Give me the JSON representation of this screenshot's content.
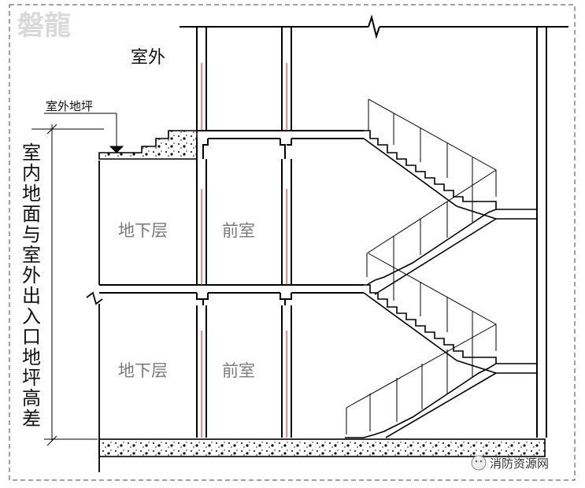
{
  "watermark": "磐龍",
  "labels": {
    "outdoor": "室外",
    "outdoor_ground": "室外地坪",
    "basement_upper": "地下层",
    "vestibule_upper": "前室",
    "basement_lower": "地下层",
    "vestibule_lower": "前室"
  },
  "height_label_chars": [
    "室",
    "内",
    "地",
    "面",
    "与",
    "室",
    "外",
    "出",
    "入",
    "口",
    "地",
    "坪",
    "高",
    "差"
  ],
  "source_tag": "消防资源网"
}
